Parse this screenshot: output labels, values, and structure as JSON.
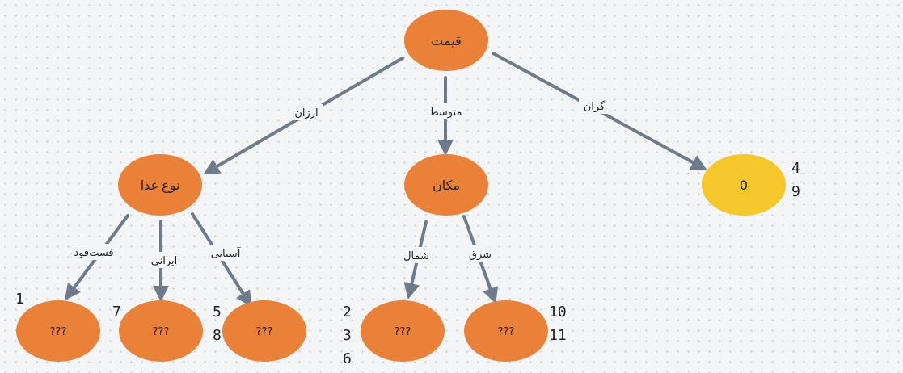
{
  "colors": {
    "node_orange": "#e98238",
    "node_yellow": "#f5c72a",
    "edge": "#6d7b8a",
    "text": "#222222",
    "edge_label_bg": "#f4f5f7"
  },
  "tree": {
    "root": {
      "label": "قیمت"
    },
    "edges": {
      "cheap": "ارزان",
      "medium": "متوسط",
      "expensive": "گران",
      "fastfood": "فست‌فود",
      "iranian": "ایرانی",
      "asian": "آسیایی",
      "north": "شمال",
      "east": "شرق"
    },
    "nodes": {
      "food_type": {
        "label": "نوع غذا"
      },
      "location": {
        "label": "مکان"
      },
      "expensive_leaf": {
        "label": "0",
        "rows": [
          "4",
          "9"
        ]
      },
      "fastfood_leaf": {
        "label": "???",
        "rows": [
          "1"
        ]
      },
      "iranian_leaf": {
        "label": "???",
        "rows": [
          "7"
        ]
      },
      "asian_leaf": {
        "label": "???",
        "rows": [
          "5",
          "8"
        ]
      },
      "north_leaf": {
        "label": "???",
        "rows": [
          "2",
          "3",
          "6"
        ]
      },
      "east_leaf": {
        "label": "???",
        "rows": [
          "10",
          "11"
        ]
      }
    }
  }
}
